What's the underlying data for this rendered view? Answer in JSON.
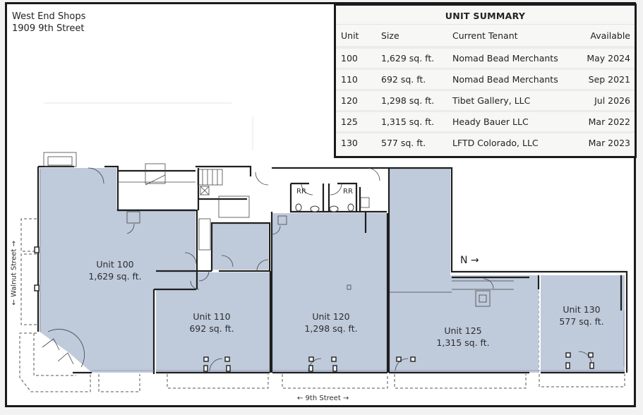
{
  "header": {
    "property_name": "West End Shops",
    "address": "1909 9th Street"
  },
  "summary": {
    "title": "UNIT SUMMARY",
    "columns": [
      "Unit",
      "Size",
      "Current Tenant",
      "Available"
    ],
    "rows": [
      {
        "unit": "100",
        "size": "1,629 sq. ft.",
        "tenant": "Nomad Bead Merchants",
        "available": "May 2024"
      },
      {
        "unit": "110",
        "size": "692 sq. ft.",
        "tenant": "Nomad Bead Merchants",
        "available": "Sep 2021"
      },
      {
        "unit": "120",
        "size": "1,298 sq. ft.",
        "tenant": "Tibet Gallery, LLC",
        "available": "Jul 2026"
      },
      {
        "unit": "125",
        "size": "1,315 sq. ft.",
        "tenant": "Heady Bauer LLC",
        "available": "Mar 2022"
      },
      {
        "unit": "130",
        "size": "577 sq. ft.",
        "tenant": "LFTD Colorado, LLC",
        "available": "Mar 2023"
      }
    ]
  },
  "plan": {
    "units": [
      {
        "name": "Unit 100",
        "size": "1,629 sq. ft."
      },
      {
        "name": "Unit 110",
        "size": "692 sq. ft."
      },
      {
        "name": "Unit 120",
        "size": "1,298 sq. ft."
      },
      {
        "name": "Unit 125",
        "size": "1,315 sq. ft."
      },
      {
        "name": "Unit 130",
        "size": "577 sq. ft."
      }
    ],
    "restrooms": [
      "RR",
      "RR"
    ],
    "streets": {
      "west": "← Walnut Street →",
      "south": "← 9th Street →"
    },
    "north_indicator": "N →"
  },
  "colors": {
    "unit_fill": "#bfcadb",
    "wall": "#1f1f1f",
    "frame": "#1a1a1a"
  }
}
